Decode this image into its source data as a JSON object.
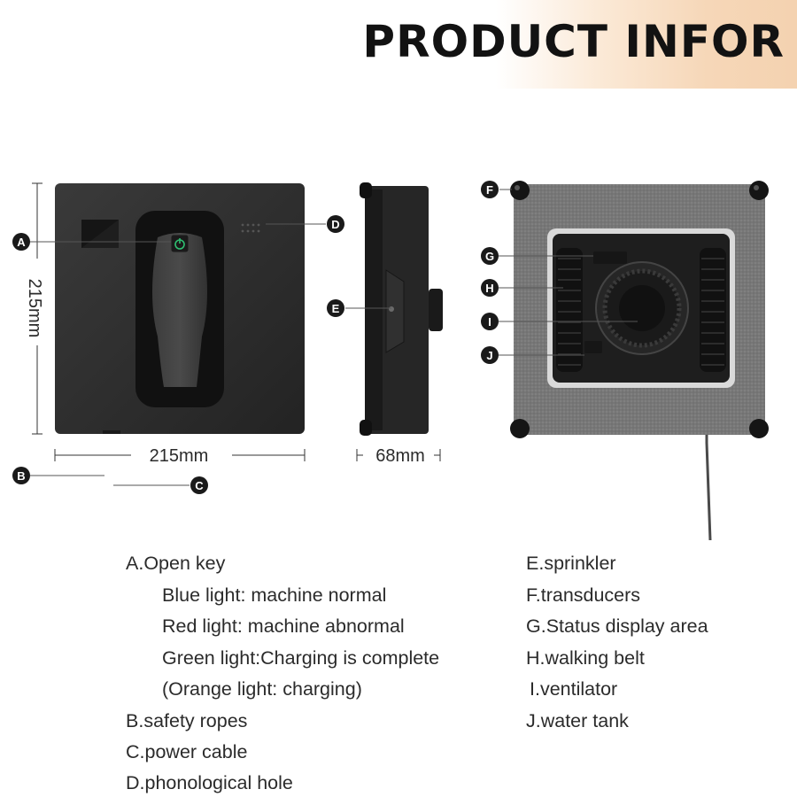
{
  "header": {
    "title": "PRODUCT INFOR"
  },
  "dimensions": {
    "height": "215mm",
    "width": "215mm",
    "depth": "68mm"
  },
  "markers": {
    "A": "A",
    "B": "B",
    "C": "C",
    "D": "D",
    "E": "E",
    "F": "F",
    "G": "G",
    "H": "H",
    "I": "I",
    "J": "J"
  },
  "legend": {
    "left": [
      "A.Open key",
      "Blue light: machine normal",
      "Red light: machine abnormal",
      "Green light:Charging is complete",
      "(Orange light: charging)",
      "B.safety ropes",
      "C.power cable",
      "D.phonological hole"
    ],
    "right": [
      "E.sprinkler",
      "F.transducers",
      "G.Status display area",
      "H.walking belt",
      "I.ventilator",
      "J.water tank"
    ]
  },
  "colors": {
    "device": "#2b2b2b",
    "pad": "#7a7a7a",
    "marker": "#1a1a1a",
    "power": "#2fbf71"
  }
}
